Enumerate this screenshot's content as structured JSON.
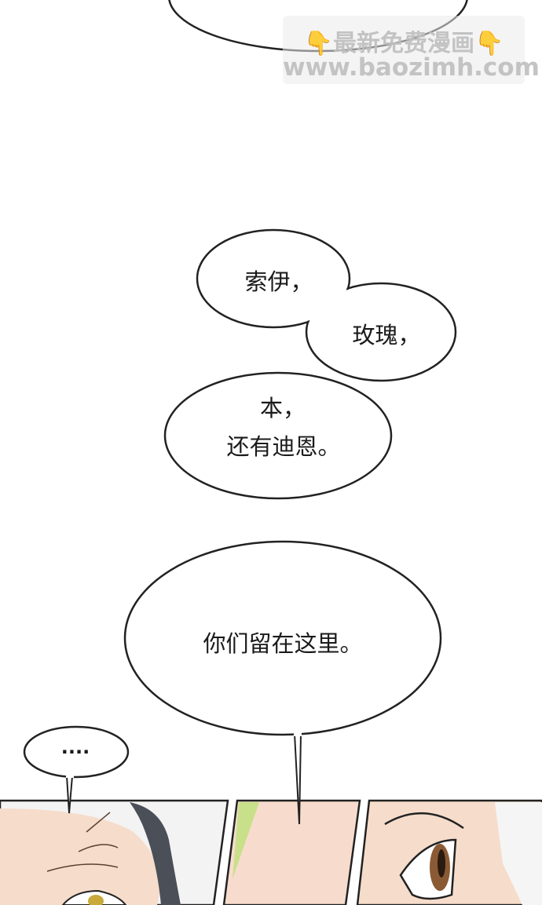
{
  "watermark": {
    "line1": "👇最新免费漫画👇",
    "line2": "www.baozimh.com"
  },
  "bubbles": {
    "cloud": {
      "line1": "索伊，",
      "line2": "玫瑰，",
      "line3": "本，",
      "line4": "还有迪恩。"
    },
    "speech": "你们留在这里。",
    "ellipsis": "...."
  },
  "colors": {
    "skin": "#f6d9c8",
    "hair": "#4a4f58",
    "accent_green": "#c8e08a",
    "eye_yellow": "#c9a93a",
    "eye_brown": "#8a5a34"
  }
}
